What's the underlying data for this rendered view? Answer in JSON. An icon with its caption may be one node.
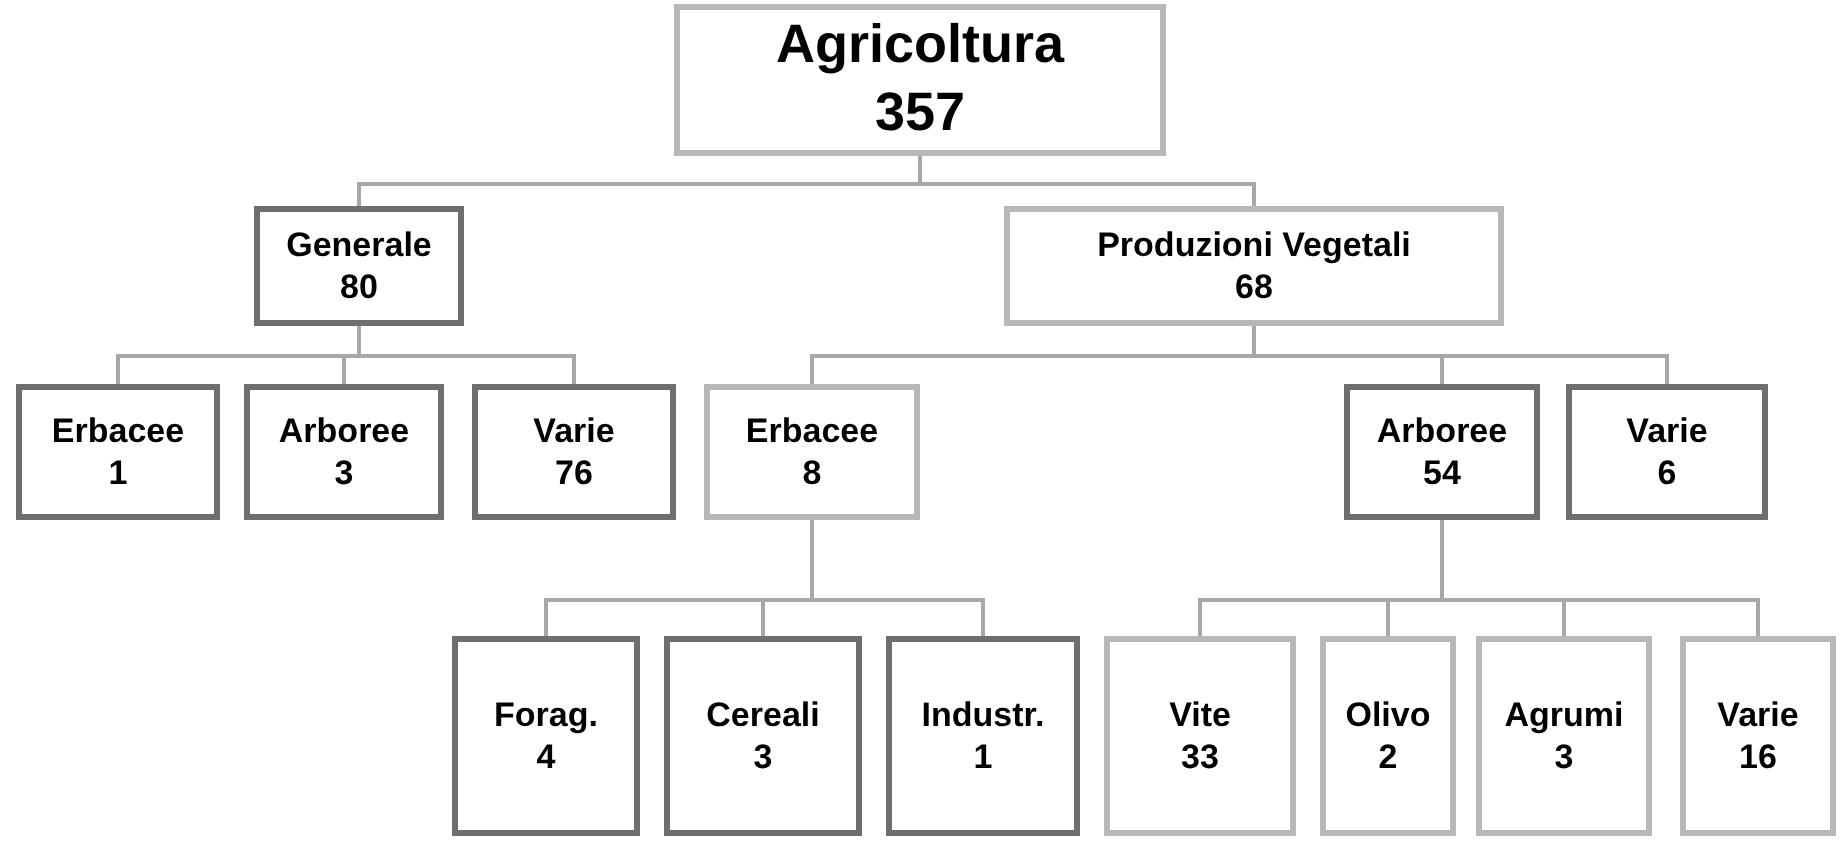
{
  "diagram": {
    "nodes": [
      {
        "text": [
          "Agricoltura",
          "357"
        ]
      },
      {
        "text": [
          "Generale",
          "80"
        ]
      },
      {
        "text": [
          "Produzioni Vegetali",
          "68"
        ]
      },
      {
        "text": [
          "Erbacee",
          "1"
        ]
      },
      {
        "text": [
          "Arboree",
          "3"
        ]
      },
      {
        "text": [
          "Varie",
          "76"
        ]
      },
      {
        "text": [
          "Erbacee",
          "8"
        ]
      },
      {
        "text": [
          "Arboree",
          "54"
        ]
      },
      {
        "text": [
          "Varie",
          "6"
        ]
      },
      {
        "text": [
          "Forag.",
          "4"
        ]
      },
      {
        "text": [
          "Cereali",
          "3"
        ]
      },
      {
        "text": [
          "Industr.",
          "1"
        ]
      },
      {
        "text": [
          "Vite",
          "33"
        ]
      },
      {
        "text": [
          "Olivo",
          "2"
        ]
      },
      {
        "text": [
          "Agrumi",
          "3"
        ]
      },
      {
        "text": [
          "Varie",
          "16"
        ]
      }
    ],
    "edges": [
      {
        "from": 0,
        "to": 1,
        "arrow": "none"
      },
      {
        "from": 0,
        "to": 2,
        "arrow": "none"
      },
      {
        "from": 1,
        "to": 3,
        "arrow": "none"
      },
      {
        "from": 1,
        "to": 4,
        "arrow": "none"
      },
      {
        "from": 1,
        "to": 5,
        "arrow": "none"
      },
      {
        "from": 2,
        "to": 6,
        "arrow": "none"
      },
      {
        "from": 2,
        "to": 7,
        "arrow": "none"
      },
      {
        "from": 2,
        "to": 8,
        "arrow": "none"
      },
      {
        "from": 6,
        "to": 9,
        "arrow": "none"
      },
      {
        "from": 6,
        "to": 10,
        "arrow": "none"
      },
      {
        "from": 6,
        "to": 11,
        "arrow": "none"
      },
      {
        "from": 7,
        "to": 12,
        "arrow": "none"
      },
      {
        "from": 7,
        "to": 13,
        "arrow": "none"
      },
      {
        "from": 7,
        "to": 14,
        "arrow": "none"
      },
      {
        "from": 7,
        "to": 15,
        "arrow": "none"
      }
    ]
  }
}
